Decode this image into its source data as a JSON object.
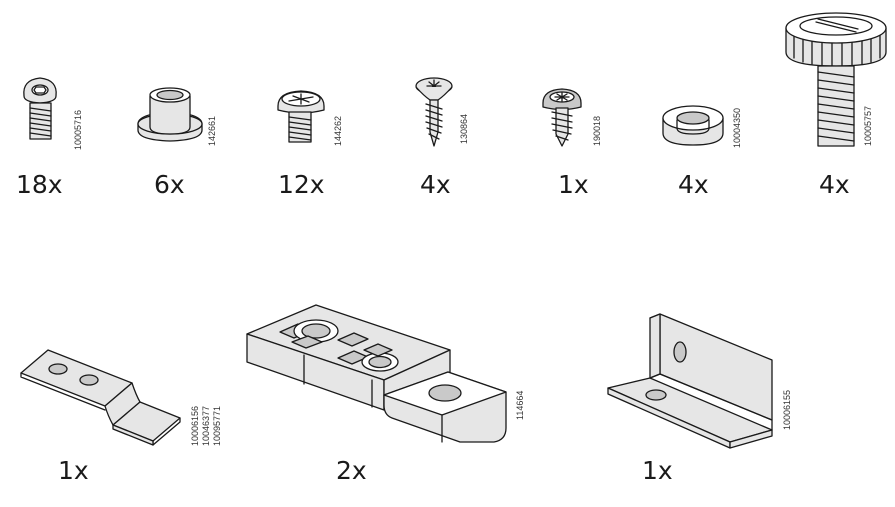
{
  "parts": [
    {
      "id": "button-head-bolt",
      "icon": "button-head-bolt-icon",
      "part_number": "10005716",
      "quantity": "18x"
    },
    {
      "id": "plastic-bushing",
      "icon": "plastic-bushing-icon",
      "part_number": "142661",
      "quantity": "6x"
    },
    {
      "id": "pan-head-screw",
      "icon": "pan-head-screw-icon",
      "part_number": "144262",
      "quantity": "12x"
    },
    {
      "id": "wood-screw",
      "icon": "wood-screw-icon",
      "part_number": "130864",
      "quantity": "4x"
    },
    {
      "id": "tapping-screw",
      "icon": "tapping-screw-icon",
      "part_number": "190018",
      "quantity": "1x"
    },
    {
      "id": "washer-ring",
      "icon": "washer-ring-icon",
      "part_number": "10004350",
      "quantity": "4x"
    },
    {
      "id": "adjustable-foot",
      "icon": "adjustable-foot-icon",
      "part_number": "10005757",
      "quantity": "4x"
    },
    {
      "id": "offset-bracket",
      "icon": "offset-bracket-icon",
      "part_numbers": [
        "10006156",
        "10046377",
        "10095771"
      ],
      "quantity": "1x"
    },
    {
      "id": "connector-block",
      "icon": "connector-block-icon",
      "part_number": "114664",
      "quantity": "2x"
    },
    {
      "id": "angle-bracket",
      "icon": "angle-bracket-icon",
      "part_number": "10006155",
      "quantity": "1x"
    }
  ]
}
